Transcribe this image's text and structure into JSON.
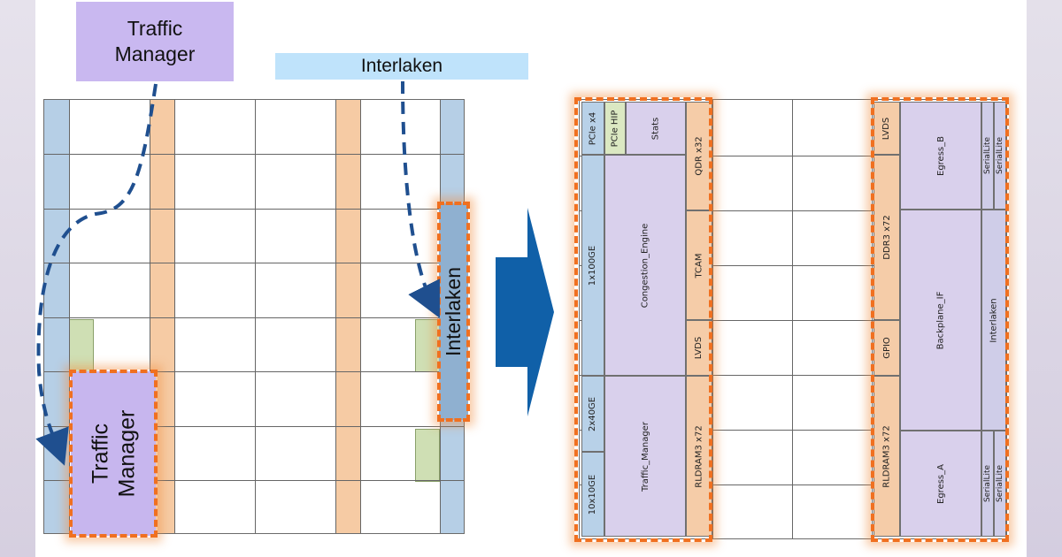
{
  "left_diagram": {
    "traffic_manager_label": "Traffic Manager",
    "interlaken_label": "Interlaken",
    "traffic_manager_region_label": "Traffic Manager",
    "interlaken_region_label": "Interlaken"
  },
  "right_diagram": {
    "blocks": {
      "pcie_x4": "PCIe x4",
      "pcie_hip": "PCIe HIP",
      "stats": "Stats",
      "qdr_x32": "QDR x32",
      "port_1x100ge": "1x100GE",
      "congestion_engine": "Congestion_Engine",
      "tcam": "TCAM",
      "lvds_left": "LVDS",
      "port_2x40ge": "2x40GE",
      "port_10x10ge": "10x10GE",
      "traffic_manager": "Traffic_Manager",
      "rldram3_left": "RLDRAM3 x72",
      "lvds_right": "LVDS",
      "ddr3_x72": "DDR3 x72",
      "gpio": "GPIO",
      "rldram3_right": "RLDRAM3 x72",
      "egress_b": "Egress_B",
      "backplane_if": "Backplane_IF",
      "egress_a": "Egress_A",
      "seriallite": "SerialLite",
      "interlaken": "Interlaken"
    }
  },
  "colors": {
    "io_blue": "#b8d1e8",
    "logic_purple": "#d9d0ec",
    "memory_orange": "#f5cca8",
    "hip_green": "#dbe8c2",
    "highlight_dash": "#f07020",
    "arrow_blue": "#1060a8"
  }
}
